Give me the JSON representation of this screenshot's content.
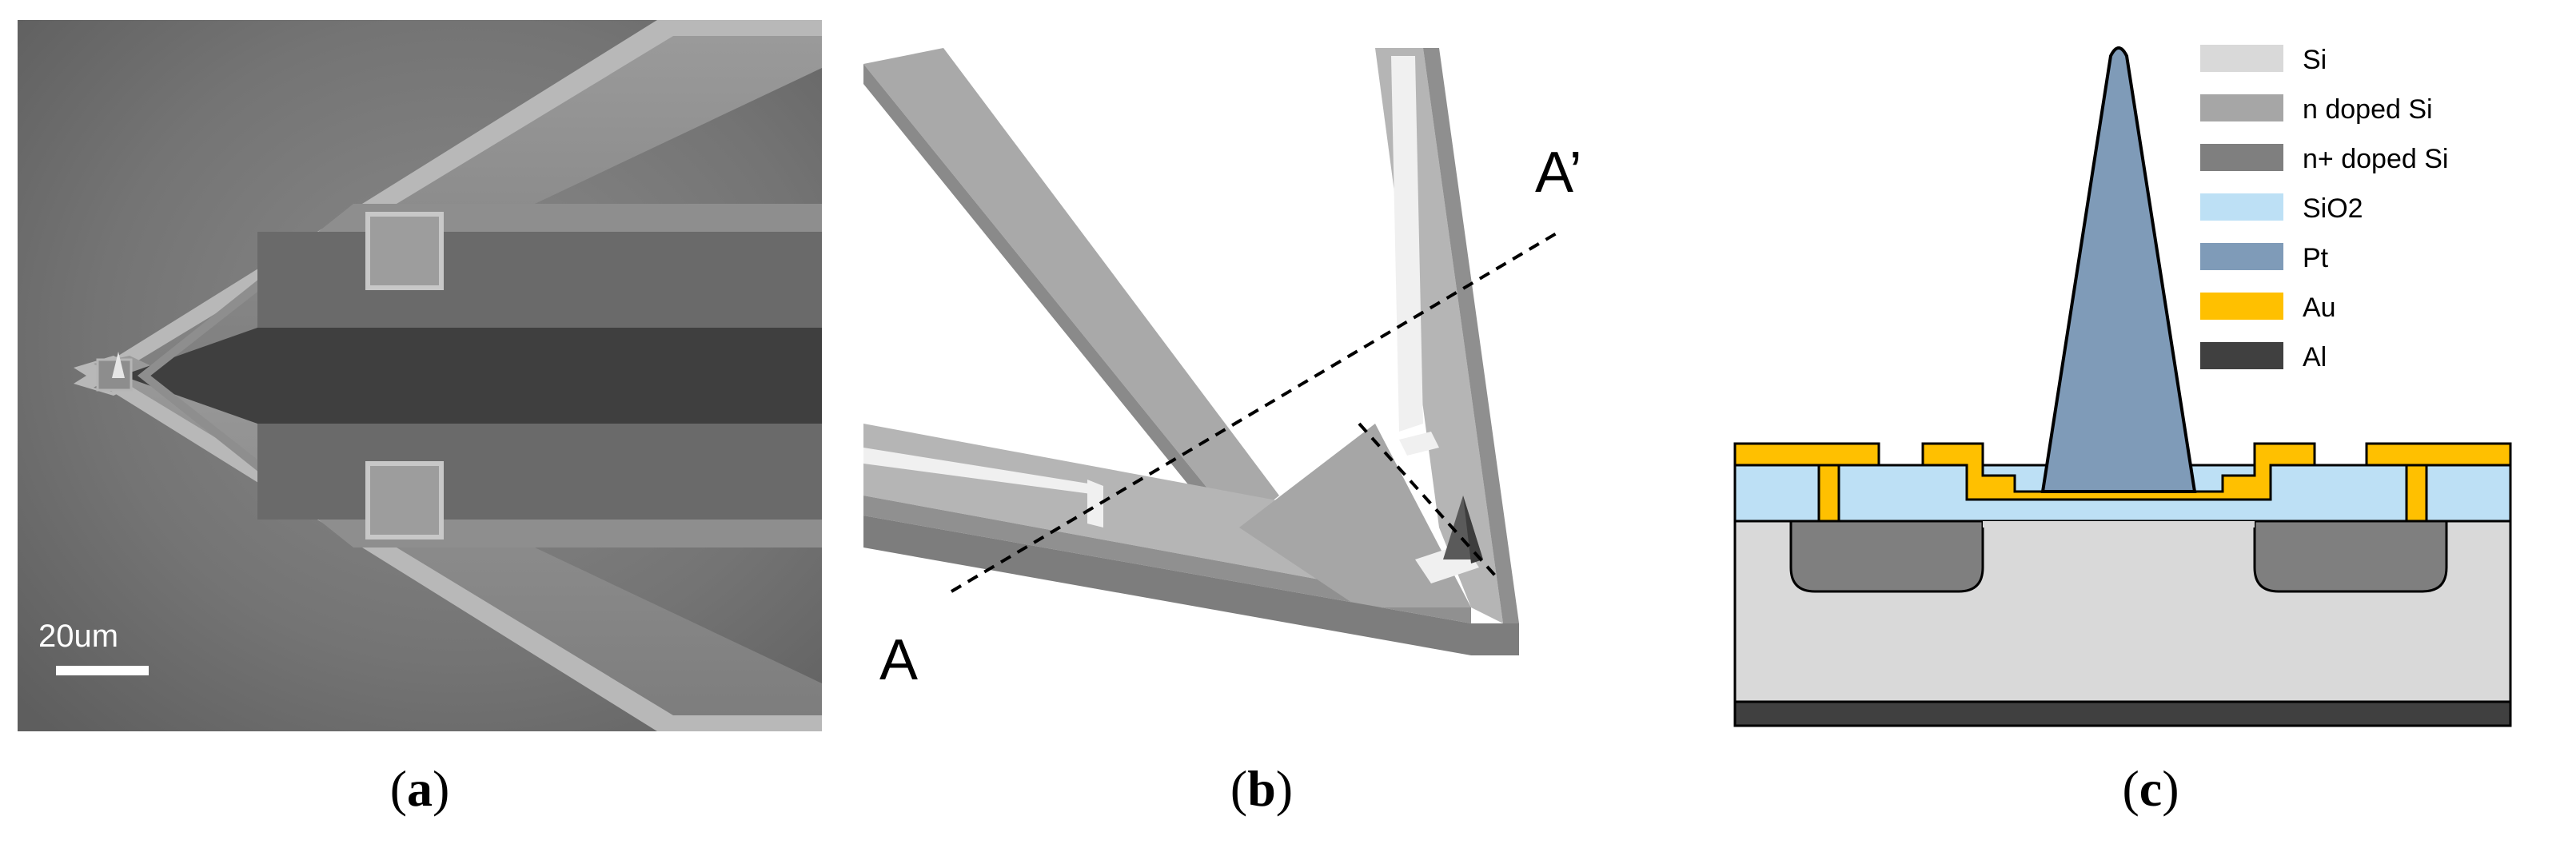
{
  "panels": {
    "a": {
      "caption_letter": "a",
      "scale_bar_label": "20um"
    },
    "b": {
      "caption_letter": "b",
      "section_start_label": "A",
      "section_end_label": "A’"
    },
    "c": {
      "caption_letter": "c",
      "legend": [
        {
          "label": "Si",
          "color": "#d9d9d9"
        },
        {
          "label": "n doped Si",
          "color": "#a6a6a6"
        },
        {
          "label": "n+ doped Si",
          "color": "#7f7f7f"
        },
        {
          "label": "SiO2",
          "color": "#bde0f5"
        },
        {
          "label": "Pt",
          "color": "#7f9bb8"
        },
        {
          "label": "Au",
          "color": "#ffc000"
        },
        {
          "label": "Al",
          "color": "#404040"
        }
      ]
    }
  },
  "caption_parens": {
    "open": "(",
    "close": ")"
  }
}
